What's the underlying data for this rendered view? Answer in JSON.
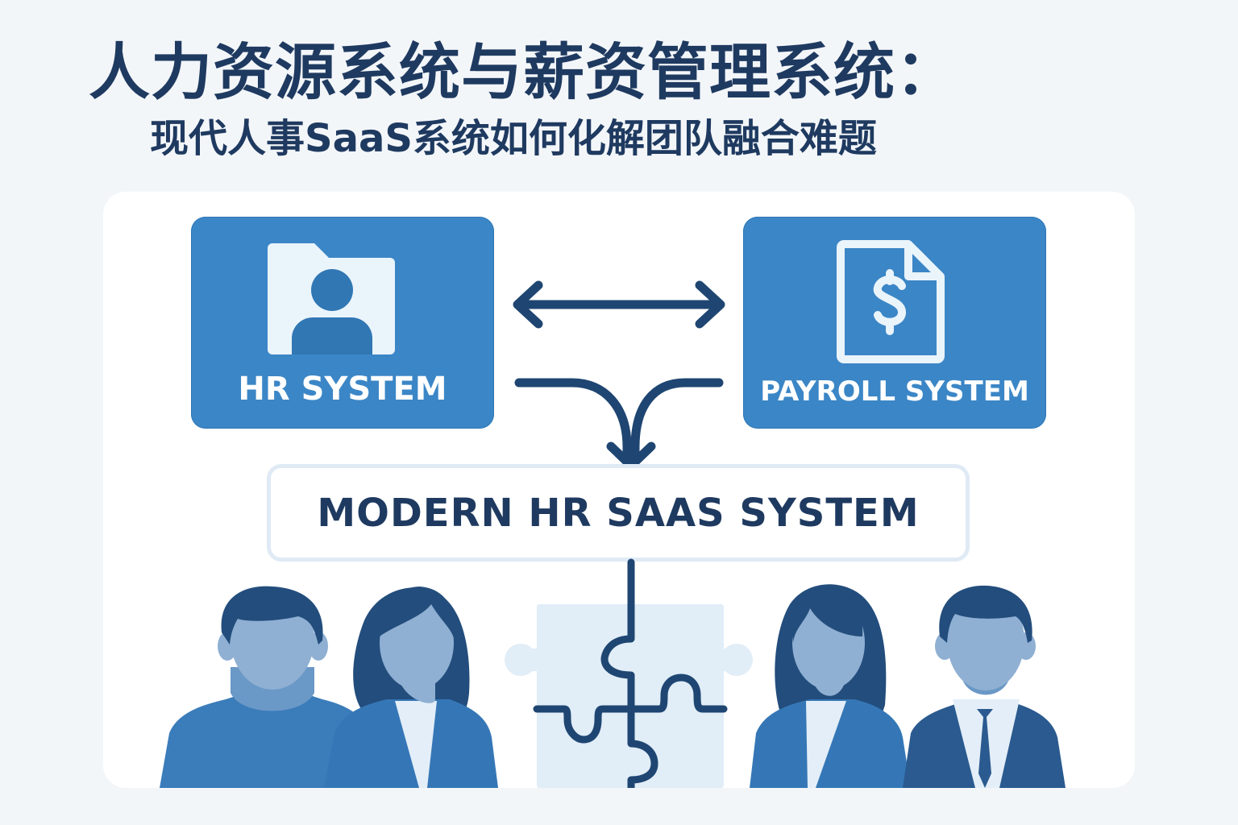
{
  "header": {
    "title": "人力资源系统与薪资管理系统：",
    "subtitle": "现代人事SaaS系统如何化解团队融合难题"
  },
  "diagram": {
    "nodes": [
      {
        "id": "hr",
        "label": "HR SYSTEM",
        "icon": "person-folder-icon"
      },
      {
        "id": "payroll",
        "label": "PAYROLL SYSTEM",
        "icon": "dollar-document-icon"
      },
      {
        "id": "saas",
        "label": "MODERN HR SAAS SYSTEM"
      }
    ],
    "connectors": [
      {
        "from": "hr",
        "to": "payroll",
        "type": "bidirectional-arrow"
      },
      {
        "from": [
          "hr",
          "payroll"
        ],
        "to": "saas",
        "type": "merge-arrow"
      },
      {
        "from": "saas",
        "to": "team",
        "type": "line"
      }
    ],
    "team": {
      "icon": "puzzle-icon",
      "people": [
        "man-casual",
        "woman-blazer",
        "woman-blazer",
        "man-suit-tie"
      ]
    }
  },
  "colors": {
    "background": "#f3f6f9",
    "card": "#ffffff",
    "primary_blue": "#3b86c6",
    "navy": "#1f3a60",
    "light_blue": "#dfeaf5",
    "skin": "#8fb0d3",
    "hair": "#234d7c"
  }
}
